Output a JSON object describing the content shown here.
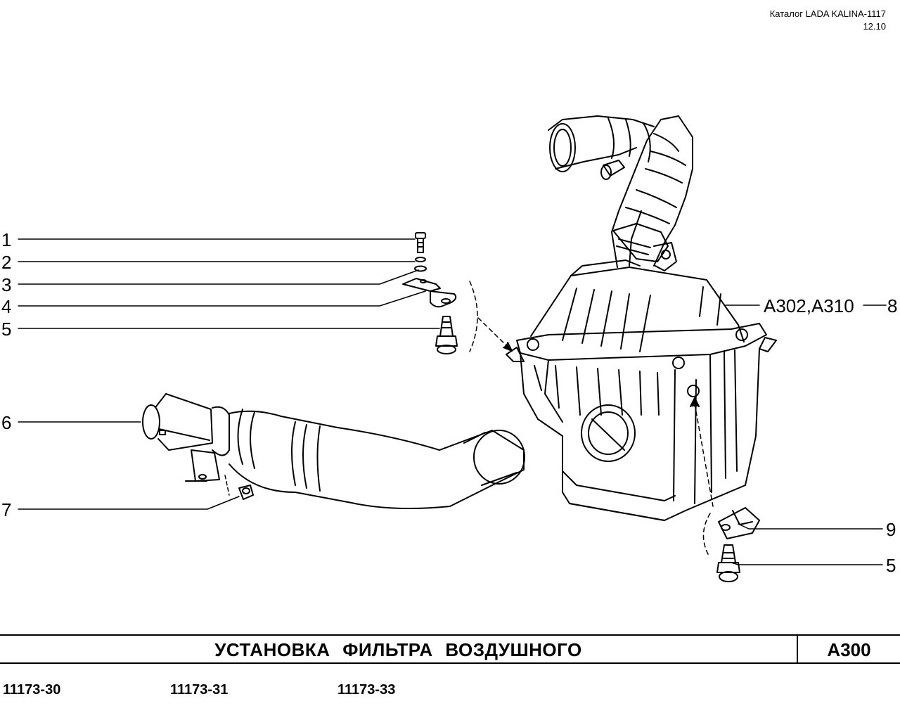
{
  "header": {
    "catalog": "Каталог LADA KALINA-1117",
    "date": "12.10"
  },
  "callouts": [
    {
      "id": "c1",
      "label": "1"
    },
    {
      "id": "c2",
      "label": "2"
    },
    {
      "id": "c3",
      "label": "3"
    },
    {
      "id": "c4",
      "label": "4"
    },
    {
      "id": "c5a",
      "label": "5"
    },
    {
      "id": "c6",
      "label": "6"
    },
    {
      "id": "c7",
      "label": "7"
    },
    {
      "id": "c8",
      "label": "8"
    },
    {
      "id": "c8ref",
      "label": "A302,A310"
    },
    {
      "id": "c9",
      "label": "9"
    },
    {
      "id": "c5b",
      "label": "5"
    }
  ],
  "title": {
    "text": "УСТАНОВКА   ФИЛЬТРА   ВОЗДУШНОГО",
    "code": "A300"
  },
  "models": [
    "11173-30",
    "11173-31",
    "11173-33"
  ]
}
